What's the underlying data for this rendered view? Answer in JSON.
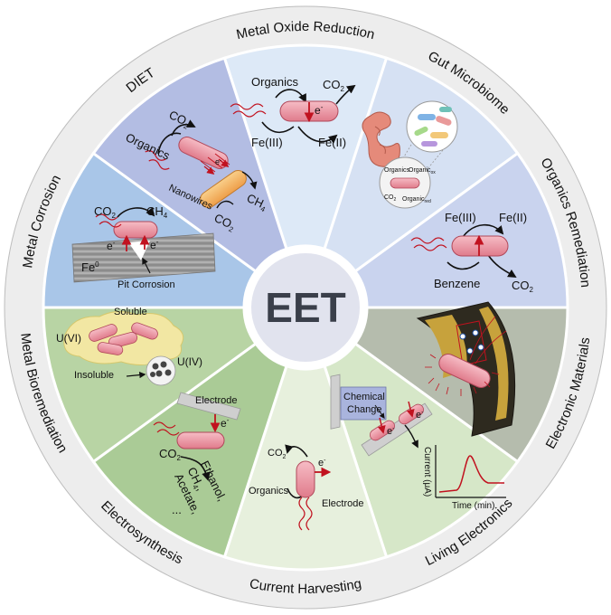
{
  "center": {
    "title": "EET"
  },
  "ring_labels": [
    "Metal Oxide Reduction",
    "Gut Microbiome",
    "Organics Remediation",
    "Electronic Materials",
    "Living Electronics",
    "Current Harvesting",
    "Electrosynthesis",
    "Metal Bioremediation",
    "Metal Corrosion",
    "DIET"
  ],
  "segments": {
    "metal_oxide": {
      "organics": "Organics",
      "co2": "CO",
      "co2_sub": "2",
      "e": "e",
      "e_sup": "-",
      "fe3": "Fe(III)",
      "fe2": "Fe(II)"
    },
    "gut": {
      "organics": "Organics",
      "organic_ox": "Organic",
      "ox_sub": "ox",
      "co2": "CO",
      "co2_sub": "2",
      "organic_red": "Organic",
      "red_sub": "red"
    },
    "organics_rem": {
      "fe3": "Fe(III)",
      "fe2": "Fe(II)",
      "benzene": "Benzene",
      "co2": "CO",
      "co2_sub": "2"
    },
    "electronic_materials": {},
    "living_electronics": {
      "chemical": "Chemical",
      "change": "Change",
      "e": "e",
      "e_sup": "-",
      "current": "Current (μA)",
      "time": "Time (min)"
    },
    "current_harvesting": {
      "co2": "CO",
      "co2_sub": "2",
      "organics": "Organics",
      "e": "e",
      "e_sup": "-",
      "electrode": "Electrode"
    },
    "electrosynthesis": {
      "electrode": "Electrode",
      "e": "e",
      "e_sup": "-",
      "co2": "CO",
      "co2_sub": "2",
      "p1": "Ethanol,",
      "p2": "CH",
      "p2_sub": "4",
      "p2_end": ",",
      "p3": "Acetate,",
      "p4": "..."
    },
    "metal_biorem": {
      "soluble": "Soluble",
      "u6": "U(VI)",
      "u4": "U(IV)",
      "insoluble": "Insoluble"
    },
    "metal_corrosion": {
      "co2": "CO",
      "co2_sub": "2",
      "ch4": "CH",
      "ch4_sub": "4",
      "e": "e",
      "e_sup": "-",
      "fe0": "Fe",
      "fe0_sup": "0",
      "pit": "Pit Corrosion"
    },
    "diet": {
      "co2": "CO",
      "co2_sub": "2",
      "organics": "Organics",
      "nanowires": "Nanowires",
      "e": "e",
      "e_sup": "-",
      "ch4": "CH",
      "ch4_sub": "4",
      "co2b": "CO",
      "co2b_sub": "2"
    }
  },
  "colors": {
    "metal_oxide": "#dde9f7",
    "gut": "#d6e1f3",
    "organics_rem": "#c9d3ee",
    "electronic_materials": "#b5bcad",
    "living_electronics": "#d6e7c8",
    "current_harvesting": "#e7f0dd",
    "electrosynthesis": "#aacb96",
    "metal_biorem": "#b8d4a4",
    "metal_corrosion": "#a9c6e8",
    "diet": "#b3bde3",
    "ring": "#ededed",
    "center": "#e1e3ee",
    "bacterium": "#ee9aa6",
    "arrow": "#c1121f"
  }
}
